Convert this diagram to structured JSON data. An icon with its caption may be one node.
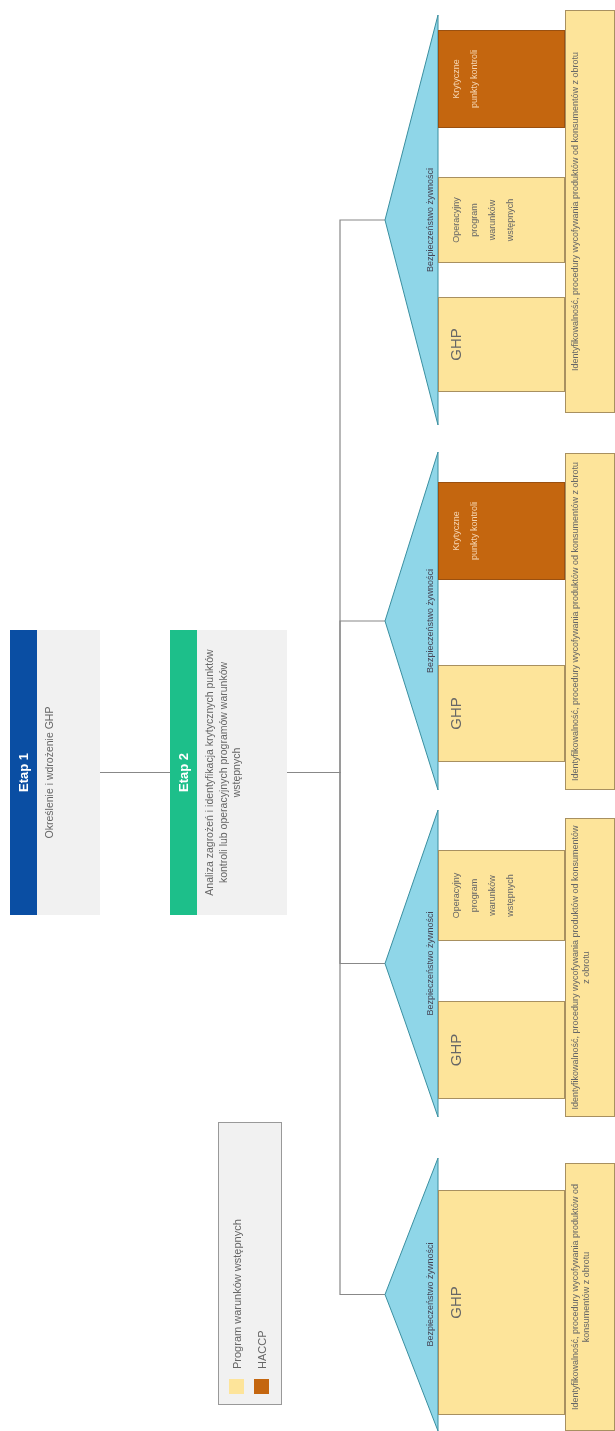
{
  "diagram": {
    "nodes": [
      {
        "text": [
          "Etap 1",
          "Określenie i wdrożenie GHP"
        ]
      },
      {
        "text": [
          "Etap 2",
          "Analiza zagrożeń i identyfikacja krytycznych punktów kontroli lub operacyjnych programów warunków wstępnych"
        ]
      },
      {
        "text": [
          "Bezpieczeństwo żywności"
        ]
      },
      {
        "text": [
          "GHP"
        ]
      },
      {
        "text": [
          "Identyfikowalność, procedury wycofywania produktów od konsumentów z obrotu"
        ]
      },
      {
        "text": [
          "Bezpieczeństwo żywności"
        ]
      },
      {
        "text": [
          "GHP"
        ]
      },
      {
        "text": [
          "Operacyjny program warunków wstępnych"
        ]
      },
      {
        "text": [
          "Identyfikowalność, procedury wycofywania produktów od konsumentów z obrotu"
        ]
      },
      {
        "text": [
          "Bezpieczeństwo żywności"
        ]
      },
      {
        "text": [
          "GHP"
        ]
      },
      {
        "text": [
          "Krytyczne punkty kontroli"
        ]
      },
      {
        "text": [
          "Identyfikowalność, procedury wycofywania produktów od konsumentów z obrotu"
        ]
      },
      {
        "text": [
          "Bezpieczeństwo żywności"
        ]
      },
      {
        "text": [
          "GHP"
        ]
      },
      {
        "text": [
          "Operacyjny program warunków wstępnych"
        ]
      },
      {
        "text": [
          "Krytyczne punkty kontroli"
        ]
      },
      {
        "text": [
          "Identyfikowalność, procedury wycofywania produktów od konsumentów z obrotu"
        ]
      }
    ],
    "edges": [
      {
        "from": 0,
        "to": 1,
        "arrow": "none"
      },
      {
        "from": 1,
        "to": 2,
        "arrow": "none"
      },
      {
        "from": 1,
        "to": 5,
        "arrow": "none"
      },
      {
        "from": 1,
        "to": 9,
        "arrow": "none"
      },
      {
        "from": 1,
        "to": 13,
        "arrow": "none"
      }
    ],
    "legend": [
      {
        "text": "Program warunków wstępnych",
        "color": "#fde49a"
      },
      {
        "text": "HACCP",
        "color": "#c4660f"
      }
    ]
  }
}
